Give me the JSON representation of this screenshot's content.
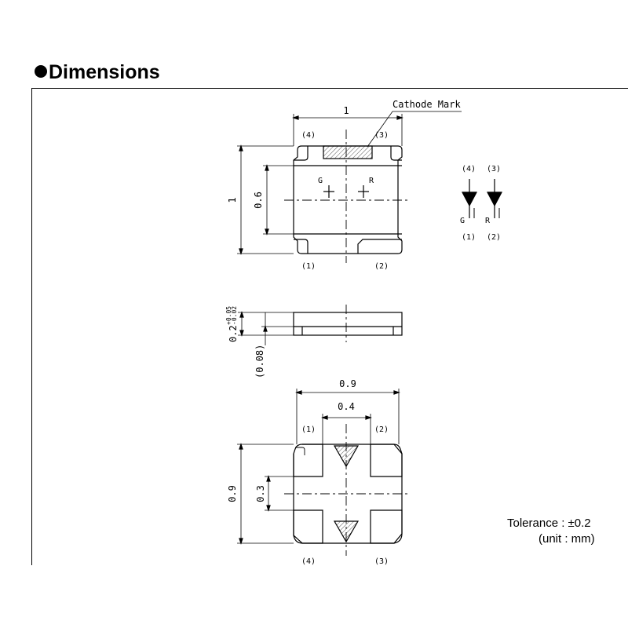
{
  "heading": "Dimensions",
  "top_view": {
    "width_dim": "1",
    "height_dim": "1",
    "inner_height_dim": "0.6",
    "cathode_mark": "Cathode Mark",
    "pin4": "(4)",
    "pin3": "(3)",
    "pin1": "(1)",
    "pin2": "(2)",
    "g_label": "G",
    "r_label": "R"
  },
  "side_view": {
    "thickness_dim": "0.2",
    "tol_plus": "+0.05",
    "tol_minus": "-0.02",
    "pad_dim": "(0.08)"
  },
  "bottom_view": {
    "width_dim": "0.9",
    "pad_gap_dim": "0.4",
    "height_dim": "0.9",
    "pad_pitch_dim": "0.3",
    "pin1": "(1)",
    "pin2": "(2)",
    "pin4": "(4)",
    "pin3": "(3)"
  },
  "schematic": {
    "pin4": "(4)",
    "pin3": "(3)",
    "pin1": "(1)",
    "pin2": "(2)",
    "g_label": "G",
    "r_label": "R"
  },
  "tolerance": "Tolerance : ±0.2",
  "unit": "(unit : mm)"
}
